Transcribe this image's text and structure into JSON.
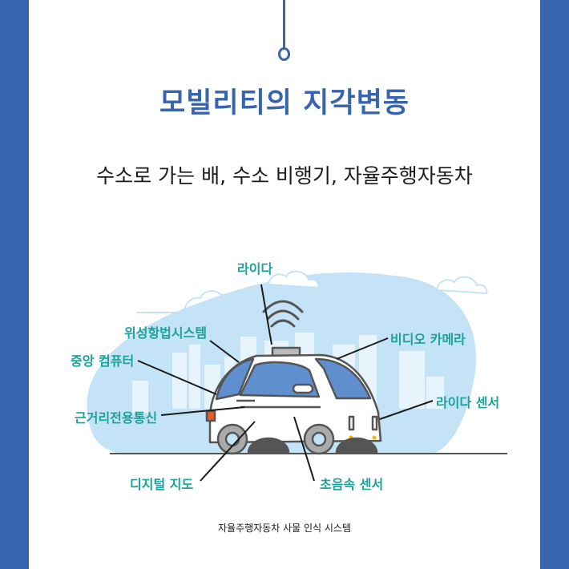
{
  "header": {
    "title": "모빌리티의 지각변동",
    "subtitle": "수소로 가는 배, 수소 비행기, 자율주행자동차"
  },
  "labels": {
    "lidar": "라이다",
    "gps": "위성항법시스템",
    "central_computer": "중앙 컴퓨터",
    "video_camera": "비디오 카메라",
    "dsrc": "근거리전용통신",
    "lidar_sensor": "라이다 센서",
    "digital_map": "디지털 지도",
    "ultrasonic_sensor": "초음속 센서"
  },
  "caption": "자율주행자동차 사물 인식 시스템",
  "colors": {
    "brand_blue": "#3863ae",
    "label_teal": "#1aa29b",
    "sky": "#c5e3f6",
    "window_blue": "#5f8fcf"
  }
}
